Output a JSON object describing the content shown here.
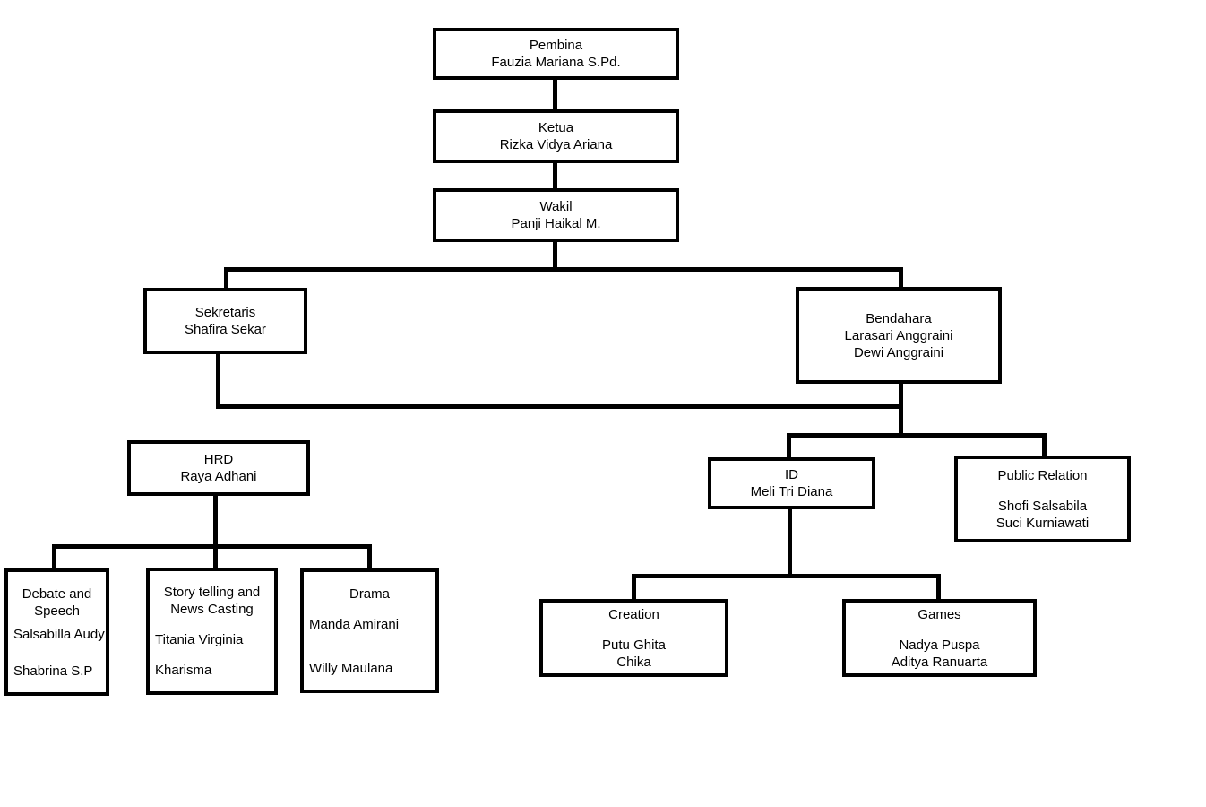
{
  "diagram": {
    "type": "org-chart",
    "background_color": "#ffffff",
    "line_color": "#000000",
    "text_color": "#000000",
    "nodes": {
      "pembina": {
        "title": "Pembina",
        "members": [
          "Fauzia Mariana S.Pd."
        ]
      },
      "ketua": {
        "title": "Ketua",
        "members": [
          "Rizka Vidya Ariana"
        ]
      },
      "wakil": {
        "title": "Wakil",
        "members": [
          "Panji Haikal M."
        ]
      },
      "sekretaris": {
        "title": "Sekretaris",
        "members": [
          "Shafira Sekar"
        ]
      },
      "bendahara": {
        "title": "Bendahara",
        "members": [
          "Larasari Anggraini",
          "Dewi Anggraini"
        ]
      },
      "hrd": {
        "title": "HRD",
        "members": [
          "Raya Adhani"
        ]
      },
      "id": {
        "title": "ID",
        "members": [
          "Meli Tri Diana"
        ]
      },
      "public_relation": {
        "title": "Public Relation",
        "members": [
          "Shofi Salsabila",
          "Suci Kurniawati"
        ]
      },
      "debate": {
        "title": "Debate and Speech",
        "members": [
          "Salsabilla Audy",
          "Shabrina S.P"
        ]
      },
      "story": {
        "title": "Story telling and News Casting",
        "members": [
          "Titania Virginia",
          "Kharisma"
        ]
      },
      "drama": {
        "title": "Drama",
        "members": [
          "Manda Amirani",
          "Willy Maulana"
        ]
      },
      "creation": {
        "title": "Creation",
        "members": [
          "Putu Ghita",
          "Chika"
        ]
      },
      "games": {
        "title": "Games",
        "members": [
          "Nadya Puspa",
          "Aditya Ranuarta"
        ]
      }
    }
  }
}
